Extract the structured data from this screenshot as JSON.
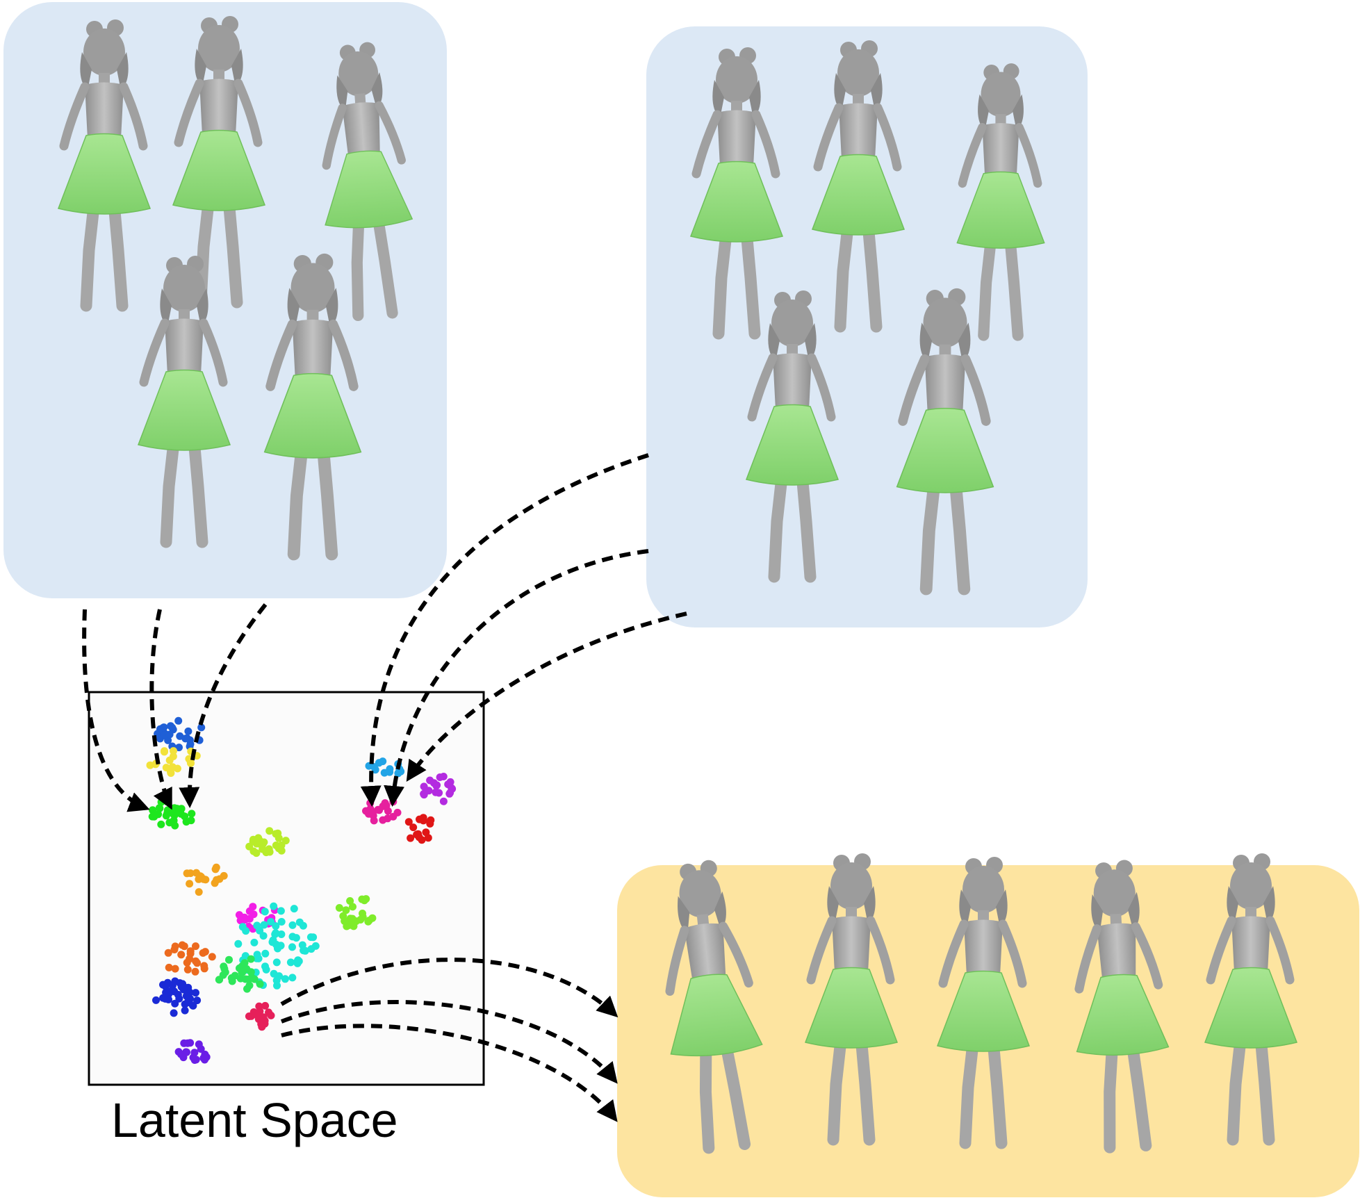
{
  "latent_space": {
    "label": "Latent Space",
    "clusters": [
      {
        "name": "blue-top",
        "color": "#1f5fd6"
      },
      {
        "name": "yellow",
        "color": "#f2e23a"
      },
      {
        "name": "green",
        "color": "#1ee61e"
      },
      {
        "name": "sky-blue",
        "color": "#22a4e6"
      },
      {
        "name": "purple-right",
        "color": "#b32be0"
      },
      {
        "name": "pink-top",
        "color": "#e6209e"
      },
      {
        "name": "red",
        "color": "#e01616"
      },
      {
        "name": "yellow-green",
        "color": "#b8ec2a"
      },
      {
        "name": "orange",
        "color": "#f2a31e"
      },
      {
        "name": "magenta",
        "color": "#f21ee6"
      },
      {
        "name": "cyan",
        "color": "#1ee6d6"
      },
      {
        "name": "lime",
        "color": "#7fec2a"
      },
      {
        "name": "dark-orange",
        "color": "#ec6a1e"
      },
      {
        "name": "green-mid",
        "color": "#2ee65a"
      },
      {
        "name": "navy-blue",
        "color": "#1a2ad6"
      },
      {
        "name": "crimson",
        "color": "#e6205a"
      },
      {
        "name": "violet",
        "color": "#6a1ee6"
      }
    ]
  },
  "panels": {
    "left_motion_colors": {
      "background": "#dce8f5",
      "figure_count": 5
    },
    "right_motion_colors": {
      "background": "#dce8f5",
      "figure_count": 5
    },
    "generated_sequence_colors": {
      "background": "#fde4a0",
      "figure_count": 5
    }
  },
  "figure_colors": {
    "body": "#a9a9a9",
    "skirt": "#8fdc7a"
  }
}
